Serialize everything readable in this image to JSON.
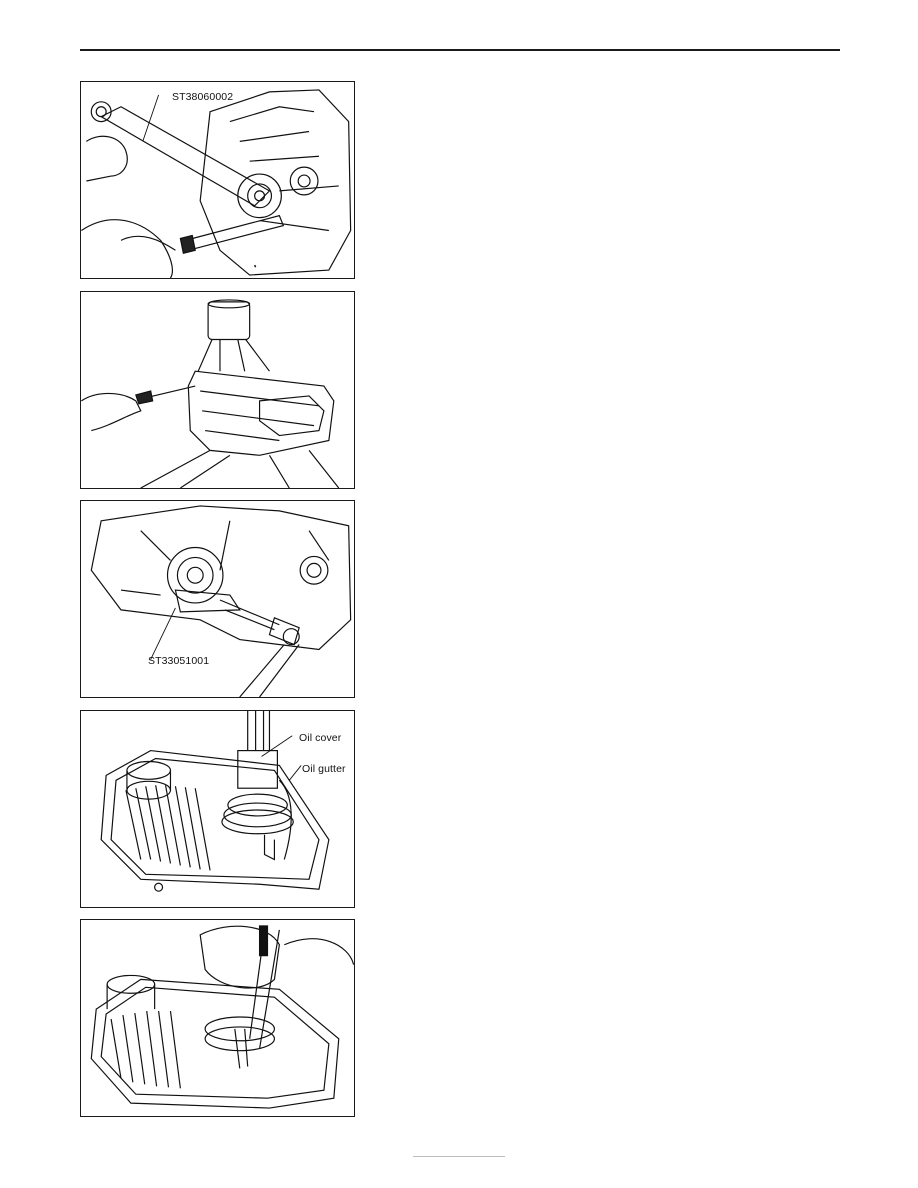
{
  "figures": [
    {
      "callouts": [
        "ST38060002"
      ]
    },
    {
      "callouts": []
    },
    {
      "callouts": [
        "ST33051001"
      ]
    },
    {
      "callouts": [
        "Oil cover",
        "Oil gutter"
      ]
    },
    {
      "callouts": []
    }
  ]
}
